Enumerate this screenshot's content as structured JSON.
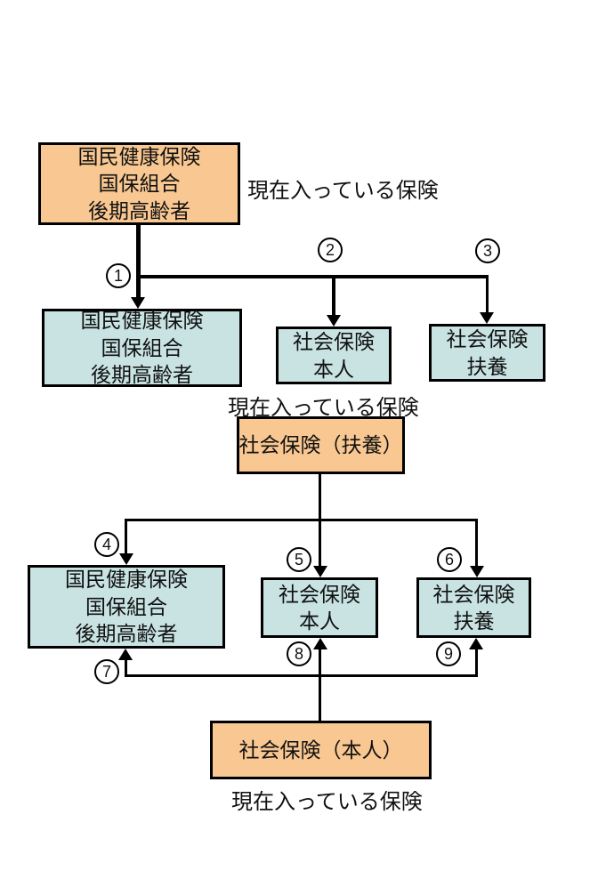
{
  "colors": {
    "box_orange": "#F9C892",
    "box_blue": "#C9E3E3",
    "line_black": "#000000"
  },
  "annotations": {
    "current_insurance_top": "現在入っている保険",
    "current_insurance_middle": "現在入っている保険",
    "current_insurance_bottom": "現在入っている保険"
  },
  "boxes": {
    "current_kokuho": {
      "line1": "国民健康保険",
      "line2": "国保組合",
      "line3": "後期高齢者"
    },
    "kokuho_row1": {
      "line1": "国民健康保険",
      "line2": "国保組合",
      "line3": "後期高齢者"
    },
    "shakai_honnin_row1": {
      "line1": "社会保険",
      "line2": "本人"
    },
    "shakai_fuyo_row1": {
      "line1": "社会保険",
      "line2": "扶養"
    },
    "current_shakai_fuyo": {
      "line1": "社会保険（扶養）"
    },
    "kokuho_row2": {
      "line1": "国民健康保険",
      "line2": "国保組合",
      "line3": "後期高齢者"
    },
    "shakai_honnin_row2": {
      "line1": "社会保険",
      "line2": "本人"
    },
    "shakai_fuyo_row2": {
      "line1": "社会保険",
      "line2": "扶養"
    },
    "current_shakai_honnin": {
      "line1": "社会保険（本人）"
    }
  },
  "transition_numbers": {
    "t1": "1",
    "t2": "2",
    "t3": "3",
    "t4": "4",
    "t5": "5",
    "t6": "6",
    "t7": "7",
    "t8": "8",
    "t9": "9"
  }
}
